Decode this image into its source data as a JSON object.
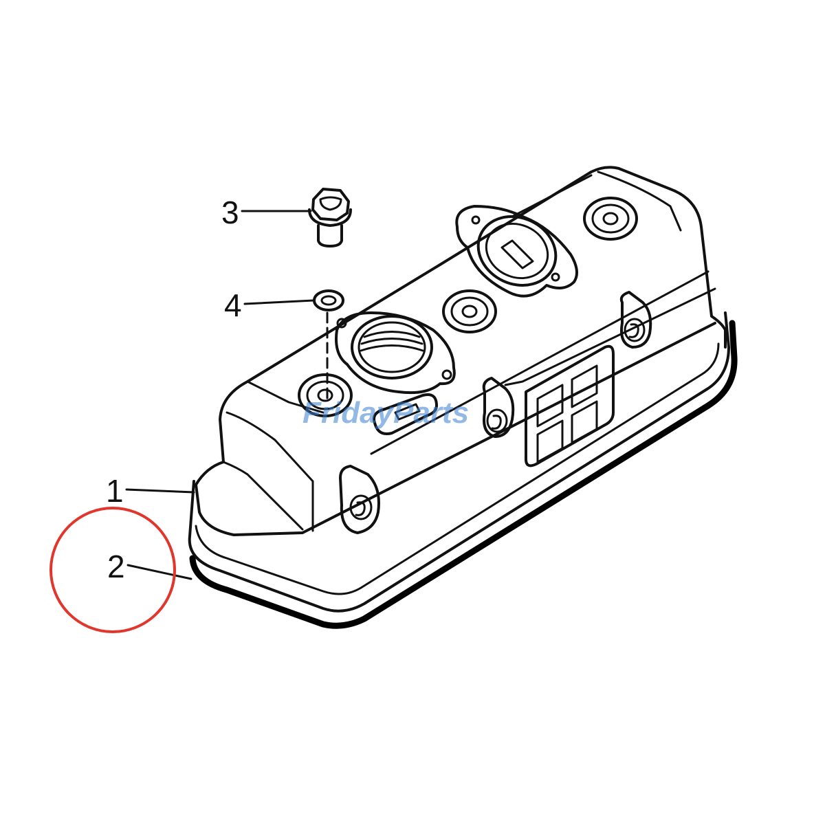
{
  "callouts": [
    {
      "label": "1",
      "part": "cover"
    },
    {
      "label": "2",
      "part": "gasket"
    },
    {
      "label": "3",
      "part": "bolt"
    },
    {
      "label": "4",
      "part": "washer"
    }
  ],
  "highlighted_callout": "2",
  "highlight_color": "#e0362c",
  "watermark": "FridayParts",
  "watermark_color": "#3a7fd0",
  "line_color": "#111111"
}
